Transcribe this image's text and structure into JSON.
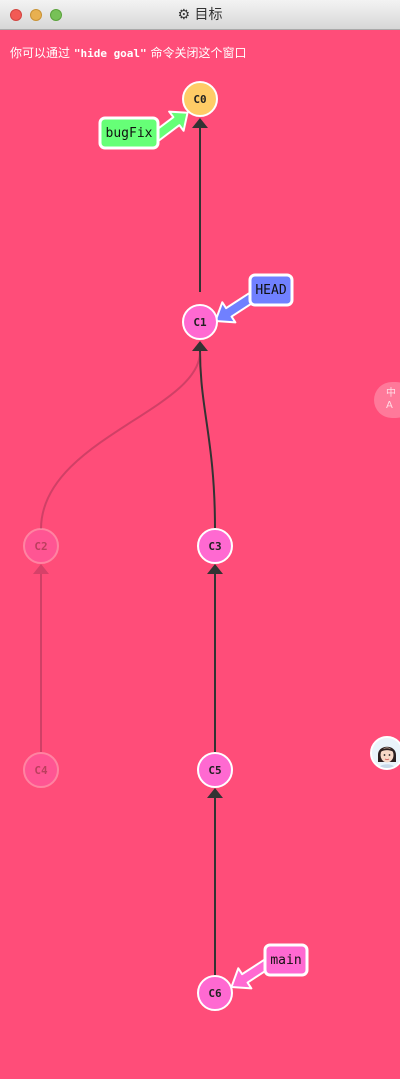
{
  "window": {
    "title": "目标",
    "title_icon": "gear-icon"
  },
  "hint": {
    "prefix": "你可以通过 ",
    "command": "\"hide goal\"",
    "suffix": " 命令关闭这个窗口"
  },
  "commits": {
    "c0": "C0",
    "c1": "C1",
    "c2": "C2",
    "c3": "C3",
    "c4": "C4",
    "c5": "C5",
    "c6": "C6"
  },
  "branches": {
    "bugfix": "bugFix",
    "head": "HEAD",
    "main": "main"
  },
  "side_button": {
    "label": "中\nA"
  },
  "colors": {
    "background": "#ff4d79",
    "commit": "#ff69d1",
    "commit_c0": "#ffcc66",
    "bugfix_branch": "#66ff77",
    "head_branch": "#7080ff",
    "main_branch": "#ff69d1"
  }
}
